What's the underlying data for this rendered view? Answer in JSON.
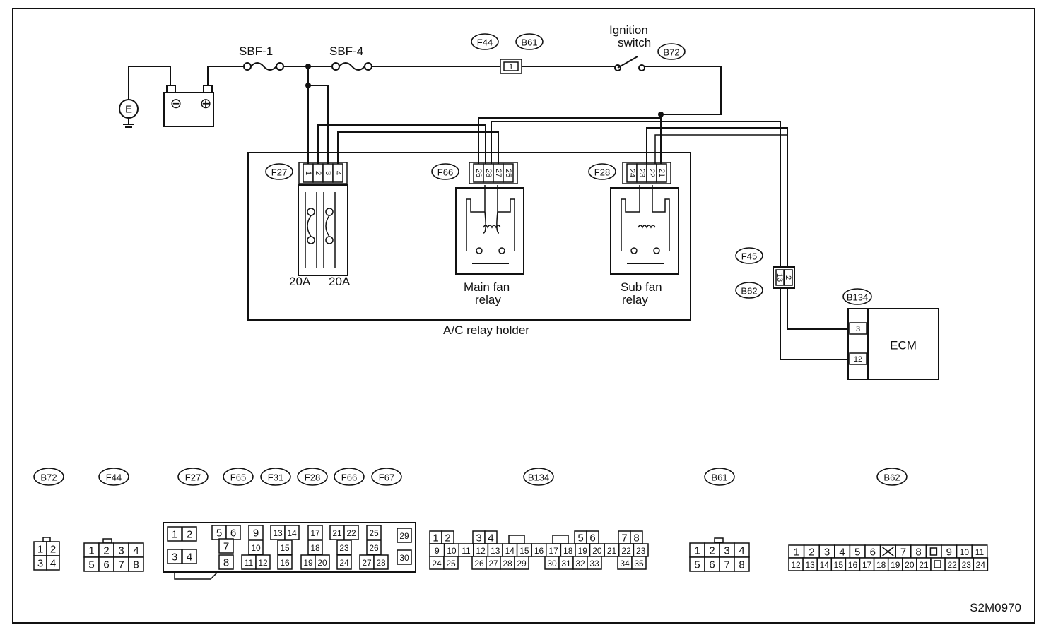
{
  "diagram": {
    "fuses": {
      "sbf1": "SBF-1",
      "sbf4": "SBF-4"
    },
    "ground_label": "E",
    "battery": {
      "minus": "⊖",
      "plus": "⊕"
    },
    "ignition_label_1": "Ignition",
    "ignition_label_2": "switch",
    "top_tags": {
      "f44": "F44",
      "b61": "B61",
      "b72": "B72"
    },
    "inline_connector_pin": "1",
    "relay_holder": {
      "title": "A/C relay holder",
      "f27_tag": "F27",
      "f27_pins": [
        "1",
        "2",
        "3",
        "4"
      ],
      "fuse_ratings": [
        "20A",
        "20A"
      ],
      "f66_tag": "F66",
      "f66_pins": [
        "26",
        "28",
        "27",
        "25"
      ],
      "main_relay_label_1": "Main fan",
      "main_relay_label_2": "relay",
      "f28_tag": "F28",
      "f28_pins": [
        "24",
        "23",
        "22",
        "21"
      ],
      "sub_relay_label_1": "Sub fan",
      "sub_relay_label_2": "relay"
    },
    "f45_tag": "F45",
    "b62_tag": "B62",
    "f45_pins": [
      "13",
      "2"
    ],
    "b134_tag": "B134",
    "ecm": {
      "label": "ECM",
      "pin_a": "3",
      "pin_b": "12"
    },
    "figure_code": "S2M0970"
  },
  "connectors": {
    "tags": [
      "B72",
      "F44",
      "F27",
      "F65",
      "F31",
      "F28",
      "F66",
      "F67",
      "B134",
      "B61",
      "B62"
    ],
    "b72": {
      "rows": [
        [
          "1",
          "2"
        ],
        [
          "3",
          "4"
        ]
      ]
    },
    "f44": {
      "rows": [
        [
          "1",
          "2",
          "3",
          "4"
        ],
        [
          "5",
          "6",
          "7",
          "8"
        ]
      ]
    },
    "fblock": {
      "pins": [
        "1",
        "2",
        "3",
        "4",
        "5",
        "6",
        "7",
        "8",
        "9",
        "10",
        "11",
        "12",
        "13",
        "14",
        "15",
        "16",
        "17",
        "18",
        "19",
        "20",
        "21",
        "22",
        "23",
        "24",
        "25",
        "26",
        "27",
        "28",
        "29",
        "30"
      ]
    },
    "b134": {
      "row1": [
        "1",
        "2",
        "3",
        "4",
        "5",
        "6",
        "7",
        "8"
      ],
      "row2": [
        "9",
        "10",
        "11",
        "12",
        "13",
        "14",
        "15",
        "16",
        "17",
        "18",
        "19",
        "20",
        "21",
        "22",
        "23"
      ],
      "row3": [
        "24",
        "25",
        "26",
        "27",
        "28",
        "29",
        "30",
        "31",
        "32",
        "33",
        "34",
        "35"
      ]
    },
    "b61": {
      "rows": [
        [
          "1",
          "2",
          "3",
          "4"
        ],
        [
          "5",
          "6",
          "7",
          "8"
        ]
      ]
    },
    "b62": {
      "row1": [
        "1",
        "2",
        "3",
        "4",
        "5",
        "6",
        "7",
        "8",
        "9",
        "10",
        "11"
      ],
      "row2": [
        "12",
        "13",
        "14",
        "15",
        "16",
        "17",
        "18",
        "19",
        "20",
        "21",
        "22",
        "23",
        "24"
      ]
    }
  }
}
